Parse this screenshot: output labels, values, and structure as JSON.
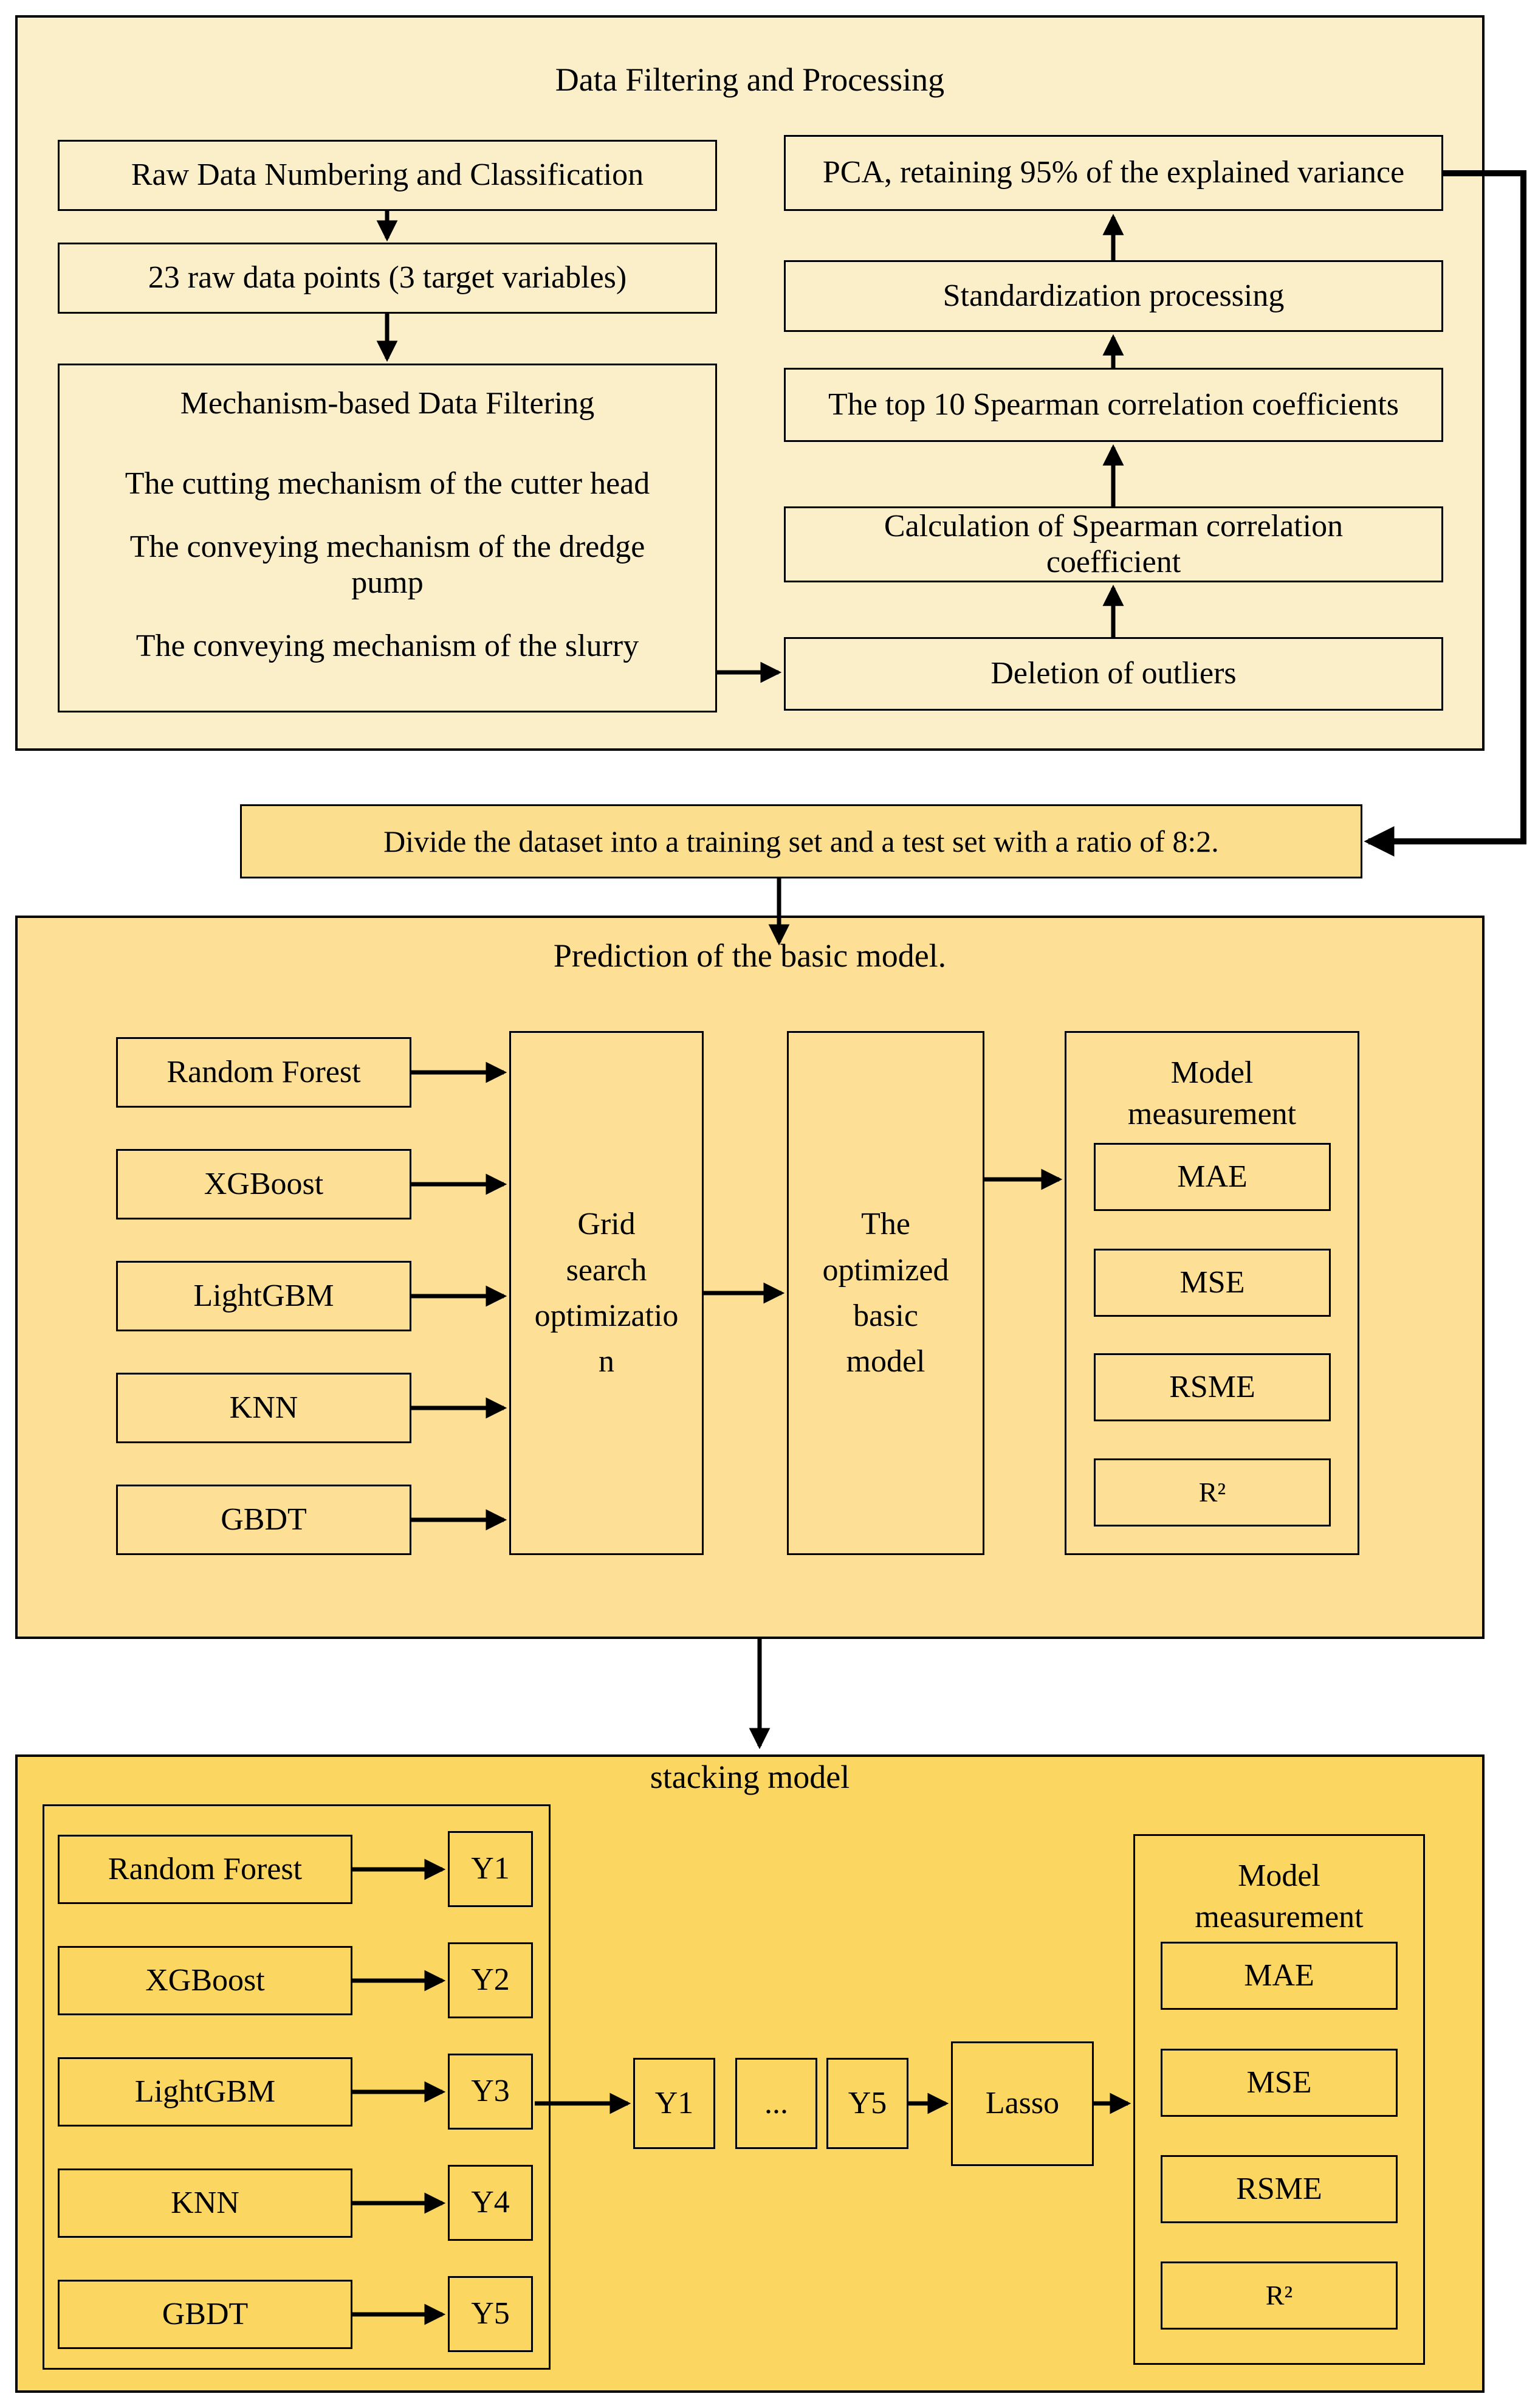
{
  "colors": {
    "cream": "#FBEFCA",
    "gold_light": "#FDE095",
    "gold_dark": "#FBD661",
    "divider_fill": "#FBDF8F",
    "line": "#000000"
  },
  "filtering": {
    "title": "Data Filtering and Processing",
    "raw_numbering": "Raw Data Numbering and Classification",
    "raw_points": "23 raw data points (3 target variables)",
    "mechanism": {
      "title": "Mechanism-based Data Filtering",
      "items": [
        "The cutting mechanism of the cutter head",
        "The conveying mechanism of the dredge pump",
        "The conveying mechanism of the slurry"
      ]
    },
    "pca": "PCA, retaining 95% of the explained variance",
    "standardization": "Standardization processing",
    "top10": "The top 10 Spearman correlation coefficients",
    "calculation": "Calculation of Spearman correlation coefficient",
    "deletion": "Deletion of outliers"
  },
  "divider": "Divide the dataset into a training set and a test set with a ratio of 8:2.",
  "basic_model": {
    "title": "Prediction of the basic model.",
    "models": [
      "Random Forest",
      "XGBoost",
      "LightGBM",
      "KNN",
      "GBDT"
    ],
    "grid_search_lines": [
      "Grid",
      "search",
      "optimizatio",
      "n"
    ],
    "optimized_lines": [
      "The",
      "optimized",
      "basic",
      "model"
    ],
    "measurement": {
      "title_lines": [
        "Model",
        "measurement"
      ],
      "metrics": [
        "MAE",
        "MSE",
        "RSME",
        "R²"
      ]
    }
  },
  "stacking": {
    "title": "stacking model",
    "models": [
      "Random Forest",
      "XGBoost",
      "LightGBM",
      "KNN",
      "GBDT"
    ],
    "outputs": [
      "Y1",
      "Y2",
      "Y3",
      "Y4",
      "Y5"
    ],
    "combine": [
      "Y1",
      "...",
      "Y5"
    ],
    "meta_model": "Lasso",
    "measurement": {
      "title_lines": [
        "Model",
        "measurement"
      ],
      "metrics": [
        "MAE",
        "MSE",
        "RSME",
        "R²"
      ]
    }
  }
}
